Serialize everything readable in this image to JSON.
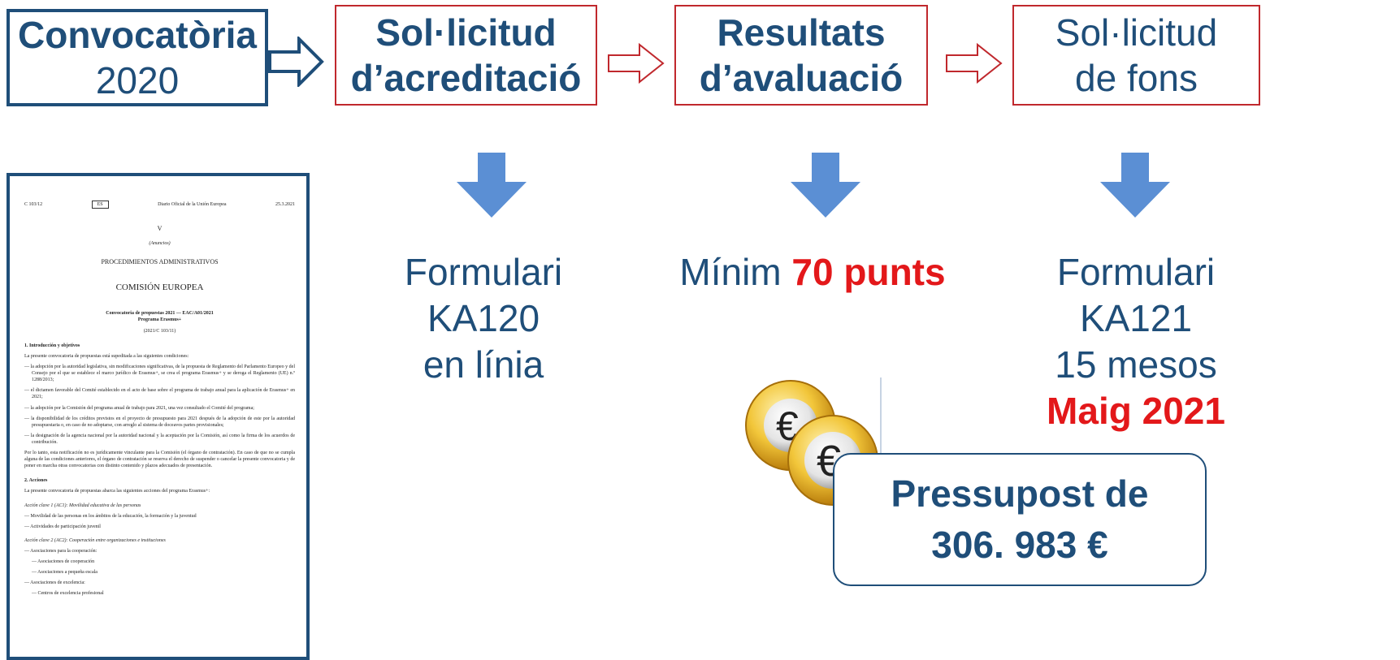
{
  "flow": {
    "step1": {
      "title": "Convocatòria",
      "sub": "2020"
    },
    "step2": {
      "line1": "Sol·licitud",
      "line2": "d’acreditació"
    },
    "step3": {
      "line1": "Resultats",
      "line2": "d’avaluació"
    },
    "step4": {
      "line1": "Sol·licitud",
      "line2": "de fons"
    }
  },
  "details": {
    "col1": {
      "line1": "Formulari KA120",
      "line2": "en línia"
    },
    "col2": {
      "prefix": "Mínim",
      "highlight": "70 punts"
    },
    "col3": {
      "line1": "Formulari KA121",
      "line2": "15 mesos",
      "highlight": "Maig 2021"
    }
  },
  "budget": {
    "line1": "Pressupost de",
    "line2": "306. 983 €"
  },
  "coin_icon": {
    "symbol": "€"
  },
  "document": {
    "ref": "C 103/12",
    "lang": "ES",
    "journal": "Diario Oficial de la Unión Europea",
    "date": "25.3.2021",
    "part": "V",
    "notices": "(Anuncios)",
    "section": "PROCEDIMIENTOS ADMINISTRATIVOS",
    "org": "COMISIÓN EUROPEA",
    "call_title": "Convocatoria de propuestas 2021 — EAC/A01/2021",
    "programme": "Programa Erasmus+",
    "ojref": "(2021/C 103/11)",
    "s1_title": "1.   Introducción y objetivos",
    "s1_intro": "La presente convocatoria de propuestas está supeditada a las siguientes condiciones:",
    "s1_items": [
      "— la adopción por la autoridad legislativa, sin modificaciones significativas, de la propuesta de Reglamento del Parlamento Europeo y del Consejo por el que se establece el marco jurídico de Erasmus+, se crea el programa Erasmus+ y se deroga el Reglamento (UE) n.º 1288/2013;",
      "— el dictamen favorable del Comité establecido en el acto de base sobre el programa de trabajo anual para la aplicación de Erasmus+ en 2021;",
      "— la adopción por la Comisión del programa anual de trabajo para 2021, una vez consultado el Comité del programa;",
      "— la disponibilidad de los créditos previstos en el proyecto de presupuesto para 2021 después de la adopción de este por la autoridad presupuestaria o, en caso de no adoptarse, con arreglo al sistema de doceavos partes provisionales;",
      "— la designación de la agencia nacional por la autoridad nacional y la aceptación por la Comisión, así como la firma de los acuerdos de contribución."
    ],
    "s1_outro": "Por lo tanto, esta notificación no es jurídicamente vinculante para la Comisión (el órgano de contratación). En caso de que no se cumpla alguna de las condiciones anteriores, el órgano de contratación se reserva el derecho de suspender o cancelar la presente convocatoria y de poner en marcha otras convocatorias con distinto contenido y plazos adecuados de presentación.",
    "s2_title": "2.   Acciones",
    "s2_intro": "La presente convocatoria de propuestas abarca las siguientes acciones del programa Erasmus+:",
    "ka1": "Acción clave 1 (AC1): Movilidad educativa de las personas",
    "ka1_items": [
      "— Movilidad de las personas en los ámbitos de la educación, la formación y la juventud",
      "— Actividades de participación juvenil"
    ],
    "ka2": "Acción clave 2 (AC2): Cooperación entre organizaciones e instituciones",
    "ka2_a": "— Asociaciones para la cooperación:",
    "ka2_a_sub": [
      "— Asociaciones de cooperación",
      "— Asociaciones a pequeña escala"
    ],
    "ka2_b": "— Asociaciones de excelencia:",
    "ka2_b_sub": [
      "— Centros de excelencia profesional"
    ]
  }
}
